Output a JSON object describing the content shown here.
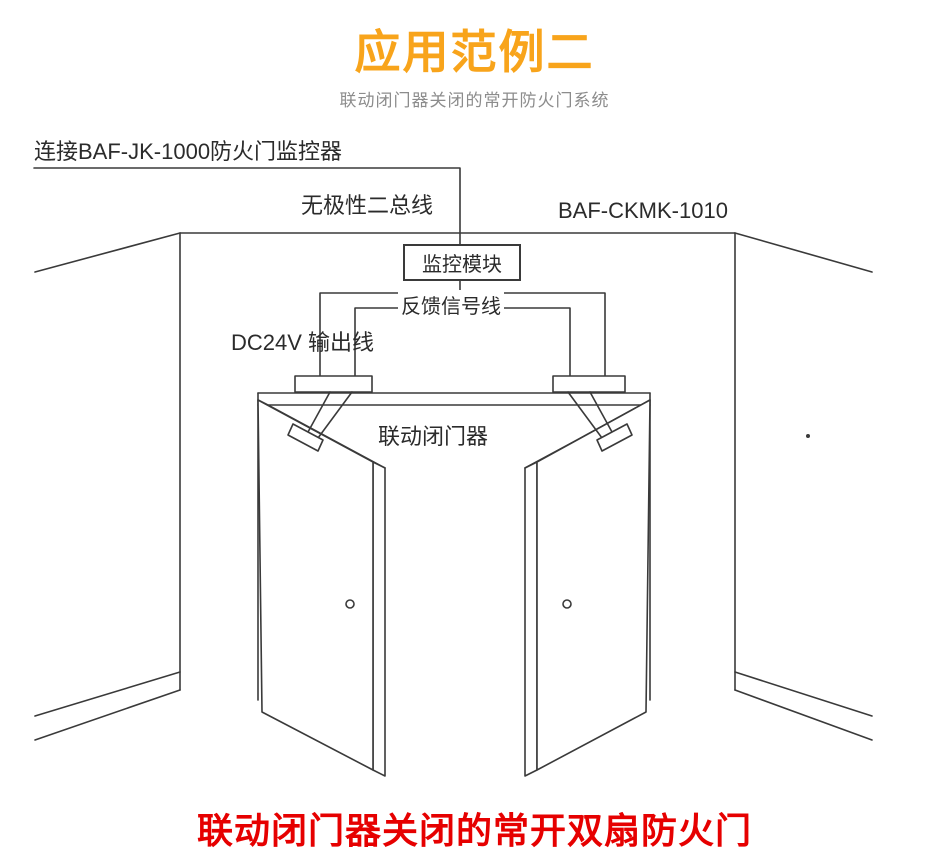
{
  "page": {
    "title": "应用范例二",
    "subtitle": "联动闭门器关闭的常开防火门系统",
    "caption": "联动闭门器关闭的常开双扇防火门"
  },
  "diagram": {
    "connect_label": "连接BAF-JK-1000防火门监控器",
    "bus_label": "无极性二总线",
    "model_label": "BAF-CKMK-1010",
    "module_label": "监控模块",
    "feedback_label": "反馈信号线",
    "dc24v_label": "DC24V 输出线",
    "closer_label": "联动闭门器"
  },
  "colors": {
    "title_accent": "#F8A41B",
    "subtitle_gray": "#8C8C8C",
    "caption_red": "#E60000",
    "line_dark": "#3A3A3A"
  }
}
